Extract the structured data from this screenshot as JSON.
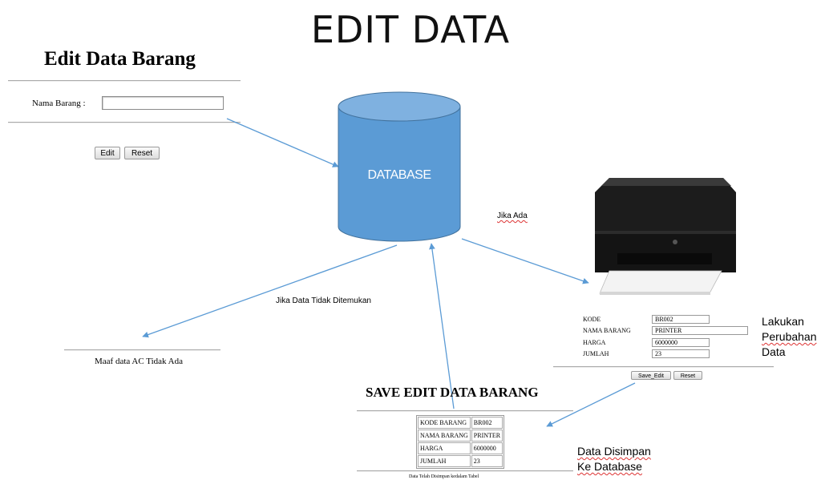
{
  "title": "EDIT DATA",
  "edit_form": {
    "heading": "Edit Data Barang",
    "field_label": "Nama Barang :",
    "field_value": "",
    "edit_button": "Edit",
    "reset_button": "Reset"
  },
  "database": {
    "label": "DATABASE"
  },
  "labels": {
    "jika_ada": "Jika Ada",
    "tidak_ditemukan": "Jika Data Tidak Ditemukan",
    "lakukan_1": "Lakukan",
    "lakukan_2": "Perubahan",
    "lakukan_3": "Data",
    "disimpan_1": "Data Disimpan",
    "disimpan_2": "Ke Database"
  },
  "not_found": {
    "message": "Maaf data AC Tidak Ada"
  },
  "edit_fields": {
    "rows": [
      {
        "label": "KODE",
        "value": "BR002"
      },
      {
        "label": "NAMA BARANG",
        "value": "PRINTER"
      },
      {
        "label": "HARGA",
        "value": "6000000"
      },
      {
        "label": "JUMLAH",
        "value": "23"
      }
    ],
    "save_button": "Save_Edit",
    "reset_button": "Reset"
  },
  "save_table": {
    "heading": "SAVE EDIT DATA BARANG",
    "rows": [
      {
        "label": "KODE BARANG",
        "value": "BR002"
      },
      {
        "label": "NAMA BARANG",
        "value": "PRINTER"
      },
      {
        "label": "HARGA",
        "value": "6000000"
      },
      {
        "label": "JUMLAH",
        "value": "23"
      }
    ],
    "footer": "Data Telah Disimpan kedalam Tabel"
  },
  "colors": {
    "cylinder": "#5b9bd5",
    "cylinder_edge": "#41719c",
    "arrow": "#5b9bd5"
  }
}
